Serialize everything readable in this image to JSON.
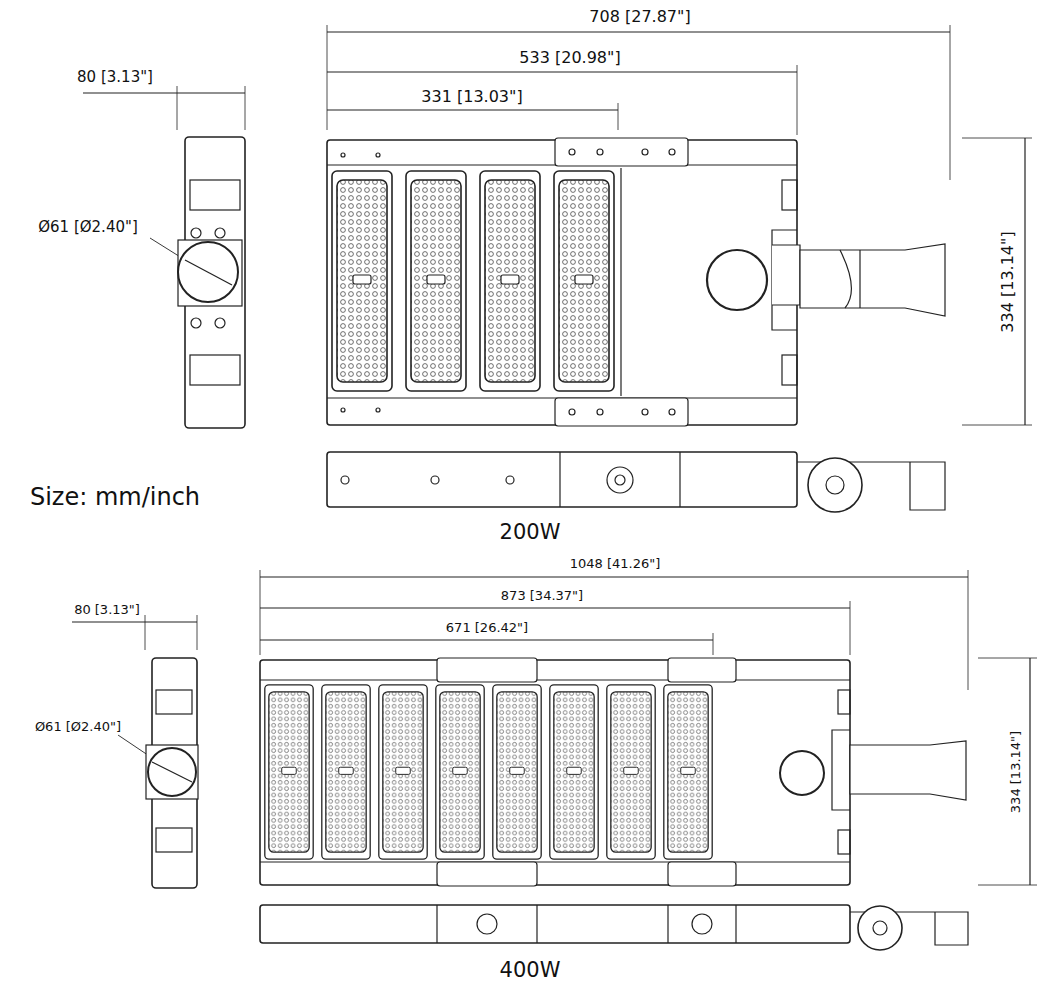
{
  "diagram": {
    "labels": [
      "80 [3.13\"]",
      "Ø61 [Ø2.40\"]",
      "708 [27.87\"]",
      "533 [20.98\"]",
      "331 [13.03\"]",
      "334 [13.14\"]",
      "Size: mm/inch",
      "200W",
      "1048 [41.26\"]",
      "873 [34.37\"]",
      "671 [26.42\"]",
      "80 [3.13\"]",
      "Ø61 [Ø2.40\"]",
      "334 [13.14\"]",
      "400W"
    ]
  }
}
